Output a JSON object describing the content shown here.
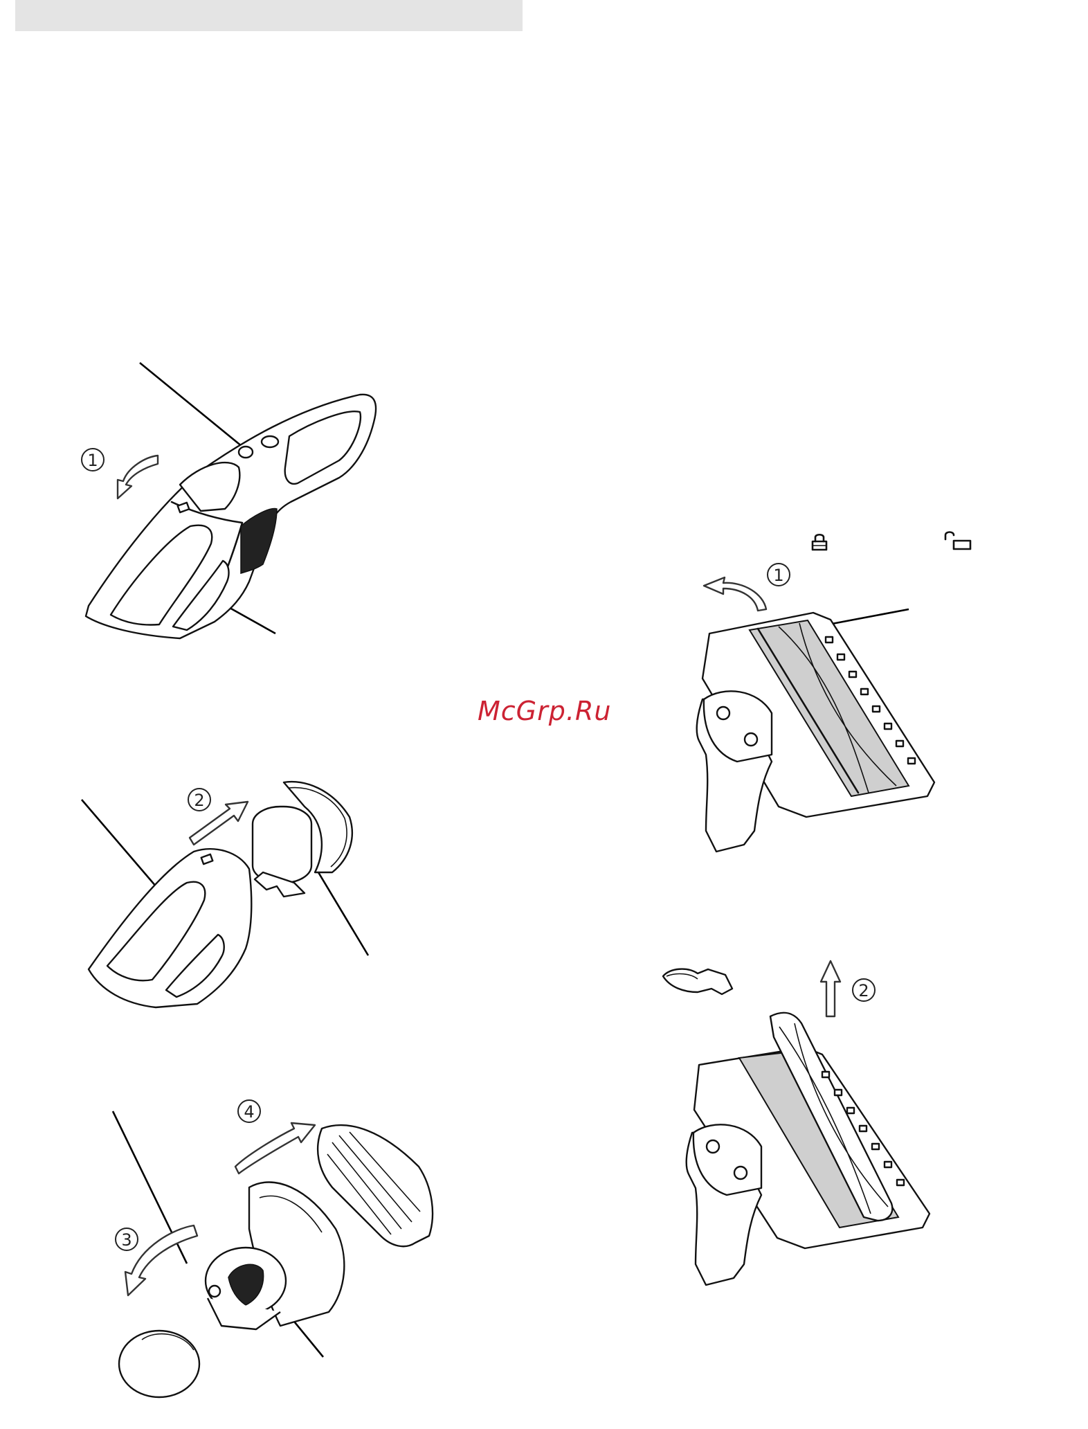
{
  "watermark": {
    "text": "McGrp.Ru",
    "color": "#cc2233"
  },
  "steps": {
    "open_dustbin": "1",
    "pull_filter": "2",
    "open_lid": "3",
    "remove_filter": "4",
    "brush_unlock": "1",
    "brush_lift": "2"
  },
  "icons": {
    "locked": "padlock-closed-icon",
    "unlocked": "padlock-open-icon"
  },
  "colors": {
    "line": "#111111",
    "header_bar": "#e4e4e4",
    "shade": "#cfcfcf"
  }
}
